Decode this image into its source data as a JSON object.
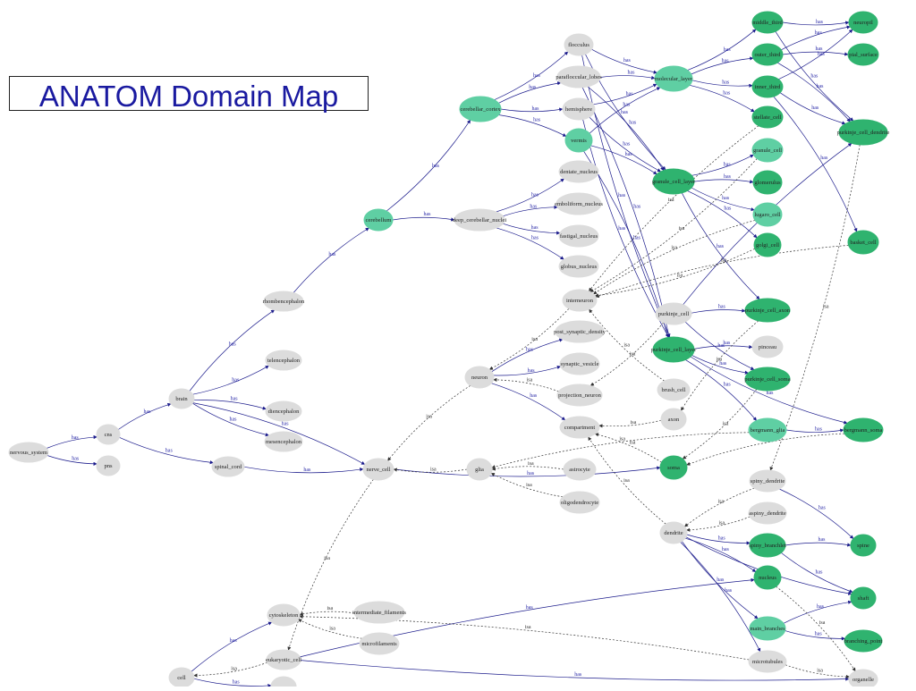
{
  "title": "ANATOM Domain Map",
  "colors": {
    "gray": "#dcdcdc",
    "light": "#5fcfa3",
    "dark": "#2fb36f",
    "has_edge": "#1c1c8c",
    "isa_edge": "#333333"
  },
  "nodes": [
    {
      "id": "nervous_system",
      "label": "nervous_system",
      "style": "gray"
    },
    {
      "id": "cns",
      "label": "cns",
      "style": "gray"
    },
    {
      "id": "pns",
      "label": "pns",
      "style": "gray"
    },
    {
      "id": "brain",
      "label": "brain",
      "style": "gray"
    },
    {
      "id": "spinal_cord",
      "label": "spinal_cord",
      "style": "gray"
    },
    {
      "id": "rhombencephalon",
      "label": "rhombencephalon",
      "style": "gray"
    },
    {
      "id": "telencephalon",
      "label": "telencephalon",
      "style": "gray"
    },
    {
      "id": "diencephalon",
      "label": "diencephalon",
      "style": "gray"
    },
    {
      "id": "mesencephalon",
      "label": "mesencephalon",
      "style": "gray"
    },
    {
      "id": "cerebellum",
      "label": "cerebellum",
      "style": "light"
    },
    {
      "id": "cerebellar_cortex",
      "label": "cerebellar_cortex",
      "style": "light"
    },
    {
      "id": "deep_cerebellar_nuclei",
      "label": "deep_cerebellar_nuclei",
      "style": "gray"
    },
    {
      "id": "flocculus",
      "label": "flocculus",
      "style": "gray"
    },
    {
      "id": "parafloccular_lobes",
      "label": "parafloccular_lobes",
      "style": "gray"
    },
    {
      "id": "hemisphere",
      "label": "hemisphere",
      "style": "gray"
    },
    {
      "id": "vermis",
      "label": "vermis",
      "style": "light"
    },
    {
      "id": "dentate_nucleus",
      "label": "dentate_nucleus",
      "style": "gray"
    },
    {
      "id": "emboliform_nucleus",
      "label": "emboliform_nucleus",
      "style": "gray"
    },
    {
      "id": "fastigal_nucleus",
      "label": "fastigal_nucleus",
      "style": "gray"
    },
    {
      "id": "globus_nucleus",
      "label": "globus_nucleus",
      "style": "gray"
    },
    {
      "id": "molecular_layer",
      "label": "molecular_layer",
      "style": "light"
    },
    {
      "id": "granule_cell_layer",
      "label": "granule_cell_layer",
      "style": "dark"
    },
    {
      "id": "purkinje_cell_layer",
      "label": "purkinje_cell_layer",
      "style": "dark"
    },
    {
      "id": "middle_third",
      "label": "middle_third",
      "style": "dark"
    },
    {
      "id": "outer_third",
      "label": "outer_third",
      "style": "dark"
    },
    {
      "id": "inner_third",
      "label": "inner_third",
      "style": "dark"
    },
    {
      "id": "stellate_cell",
      "label": "stellate_cell",
      "style": "dark"
    },
    {
      "id": "neuropil",
      "label": "neuropil",
      "style": "dark"
    },
    {
      "id": "pial_surface",
      "label": "pial_surface",
      "style": "dark"
    },
    {
      "id": "purkinje_cell_dendrite",
      "label": "purkinje_cell_dendrite",
      "style": "dark"
    },
    {
      "id": "granule_cell",
      "label": "granule_cell",
      "style": "light"
    },
    {
      "id": "glomerulus",
      "label": "glomerulus",
      "style": "dark"
    },
    {
      "id": "lugaro_cell",
      "label": "lugaro_cell",
      "style": "light"
    },
    {
      "id": "golgi_cell",
      "label": "golgi_cell",
      "style": "dark"
    },
    {
      "id": "basket_cell",
      "label": "basket_cell",
      "style": "dark"
    },
    {
      "id": "interneuron",
      "label": "interneuron",
      "style": "gray"
    },
    {
      "id": "purkinje_cell",
      "label": "purkinje_cell",
      "style": "gray"
    },
    {
      "id": "purkinje_cell_axon",
      "label": "purkinje_cell_axon",
      "style": "dark"
    },
    {
      "id": "pinceau",
      "label": "pinceau",
      "style": "gray"
    },
    {
      "id": "purkinje_cell_soma",
      "label": "purkinje_cell_soma",
      "style": "dark"
    },
    {
      "id": "bergmann_glia",
      "label": "bergmann_glia",
      "style": "light"
    },
    {
      "id": "bergmann_soma",
      "label": "bergmann_soma",
      "style": "dark"
    },
    {
      "id": "brush_cell",
      "label": "brush_cell",
      "style": "gray"
    },
    {
      "id": "axon",
      "label": "axon",
      "style": "gray"
    },
    {
      "id": "soma",
      "label": "soma",
      "style": "dark"
    },
    {
      "id": "neuron",
      "label": "neuron",
      "style": "gray"
    },
    {
      "id": "post_synaptic_density",
      "label": "post_synaptic_density",
      "style": "gray"
    },
    {
      "id": "synaptic_vesicle",
      "label": "synaptic_vesicle",
      "style": "gray"
    },
    {
      "id": "projection_neuron",
      "label": "projection_neuron",
      "style": "gray"
    },
    {
      "id": "compartment",
      "label": "compartment",
      "style": "gray"
    },
    {
      "id": "nerve_cell",
      "label": "nerve_cell",
      "style": "gray"
    },
    {
      "id": "glia",
      "label": "glia",
      "style": "gray"
    },
    {
      "id": "astrocyte",
      "label": "astrocyte",
      "style": "gray"
    },
    {
      "id": "oligodendrocyte",
      "label": "oligodendrocyte",
      "style": "gray"
    },
    {
      "id": "spiny_dendrite",
      "label": "spiny_dendrite",
      "style": "gray"
    },
    {
      "id": "aspiny_dendrite",
      "label": "aspiny_dendrite",
      "style": "gray"
    },
    {
      "id": "dendrite",
      "label": "dendrite",
      "style": "gray"
    },
    {
      "id": "spiny_branchlet",
      "label": "spiny_branchlet",
      "style": "dark"
    },
    {
      "id": "spine",
      "label": "spine",
      "style": "dark"
    },
    {
      "id": "nucleus",
      "label": "nucleus",
      "style": "dark"
    },
    {
      "id": "shaft",
      "label": "shaft",
      "style": "dark"
    },
    {
      "id": "main_branches",
      "label": "main_branches",
      "style": "light"
    },
    {
      "id": "branching_point",
      "label": "branching_point",
      "style": "dark"
    },
    {
      "id": "microtubules",
      "label": "microtubules",
      "style": "gray"
    },
    {
      "id": "organelle",
      "label": "organelle",
      "style": "gray"
    },
    {
      "id": "cytoskeleton",
      "label": "cytoskeleton",
      "style": "gray"
    },
    {
      "id": "intermediate_filaments",
      "label": "intermediate_filaments",
      "style": "gray"
    },
    {
      "id": "microfilaments",
      "label": "microfilaments",
      "style": "gray"
    },
    {
      "id": "eukaryotic_cell",
      "label": "eukaryotic_cell",
      "style": "gray"
    },
    {
      "id": "cell",
      "label": "cell",
      "style": "gray"
    },
    {
      "id": "cell_child",
      "label": "",
      "style": "gray"
    }
  ],
  "edges": [
    {
      "from": "nervous_system",
      "to": "cns",
      "label": "has",
      "type": "has"
    },
    {
      "from": "nervous_system",
      "to": "pns",
      "label": "has",
      "type": "has"
    },
    {
      "from": "cns",
      "to": "brain",
      "label": "has",
      "type": "has"
    },
    {
      "from": "cns",
      "to": "spinal_cord",
      "label": "has",
      "type": "has"
    },
    {
      "from": "brain",
      "to": "rhombencephalon",
      "label": "has",
      "type": "has"
    },
    {
      "from": "brain",
      "to": "telencephalon",
      "label": "has",
      "type": "has"
    },
    {
      "from": "brain",
      "to": "diencephalon",
      "label": "has",
      "type": "has"
    },
    {
      "from": "brain",
      "to": "mesencephalon",
      "label": "has",
      "type": "has"
    },
    {
      "from": "brain",
      "to": "nerve_cell",
      "label": "has",
      "type": "has"
    },
    {
      "from": "spinal_cord",
      "to": "nerve_cell",
      "label": "has",
      "type": "has"
    },
    {
      "from": "rhombencephalon",
      "to": "cerebellum",
      "label": "has",
      "type": "has"
    },
    {
      "from": "cerebellum",
      "to": "cerebellar_cortex",
      "label": "has",
      "type": "has"
    },
    {
      "from": "cerebellum",
      "to": "deep_cerebellar_nuclei",
      "label": "has",
      "type": "has"
    },
    {
      "from": "cerebellar_cortex",
      "to": "flocculus",
      "label": "has",
      "type": "has"
    },
    {
      "from": "cerebellar_cortex",
      "to": "parafloccular_lobes",
      "label": "has",
      "type": "has"
    },
    {
      "from": "cerebellar_cortex",
      "to": "hemisphere",
      "label": "has",
      "type": "has"
    },
    {
      "from": "cerebellar_cortex",
      "to": "vermis",
      "label": "has",
      "type": "has"
    },
    {
      "from": "deep_cerebellar_nuclei",
      "to": "dentate_nucleus",
      "label": "has",
      "type": "has"
    },
    {
      "from": "deep_cerebellar_nuclei",
      "to": "emboliform_nucleus",
      "label": "has",
      "type": "has"
    },
    {
      "from": "deep_cerebellar_nuclei",
      "to": "fastigal_nucleus",
      "label": "has",
      "type": "has"
    },
    {
      "from": "deep_cerebellar_nuclei",
      "to": "globus_nucleus",
      "label": "has",
      "type": "has"
    },
    {
      "from": "flocculus",
      "to": "molecular_layer",
      "label": "has",
      "type": "has"
    },
    {
      "from": "parafloccular_lobes",
      "to": "molecular_layer",
      "label": "has",
      "type": "has"
    },
    {
      "from": "hemisphere",
      "to": "molecular_layer",
      "label": "has",
      "type": "has"
    },
    {
      "from": "vermis",
      "to": "molecular_layer",
      "label": "has",
      "type": "has"
    },
    {
      "from": "flocculus",
      "to": "granule_cell_layer",
      "label": "has",
      "type": "has"
    },
    {
      "from": "parafloccular_lobes",
      "to": "granule_cell_layer",
      "label": "has",
      "type": "has"
    },
    {
      "from": "hemisphere",
      "to": "granule_cell_layer",
      "label": "has",
      "type": "has"
    },
    {
      "from": "vermis",
      "to": "granule_cell_layer",
      "label": "has",
      "type": "has"
    },
    {
      "from": "flocculus",
      "to": "purkinje_cell_layer",
      "label": "has",
      "type": "has"
    },
    {
      "from": "parafloccular_lobes",
      "to": "purkinje_cell_layer",
      "label": "has",
      "type": "has"
    },
    {
      "from": "hemisphere",
      "to": "purkinje_cell_layer",
      "label": "has",
      "type": "has"
    },
    {
      "from": "vermis",
      "to": "purkinje_cell_layer",
      "label": "has",
      "type": "has"
    },
    {
      "from": "molecular_layer",
      "to": "middle_third",
      "label": "has",
      "type": "has"
    },
    {
      "from": "molecular_layer",
      "to": "outer_third",
      "label": "has",
      "type": "has"
    },
    {
      "from": "molecular_layer",
      "to": "inner_third",
      "label": "has",
      "type": "has"
    },
    {
      "from": "molecular_layer",
      "to": "stellate_cell",
      "label": "has",
      "type": "has"
    },
    {
      "from": "middle_third",
      "to": "neuropil",
      "label": "has",
      "type": "has"
    },
    {
      "from": "outer_third",
      "to": "neuropil",
      "label": "has",
      "type": "has"
    },
    {
      "from": "inner_third",
      "to": "neuropil",
      "label": "has",
      "type": "has"
    },
    {
      "from": "outer_third",
      "to": "pial_surface",
      "label": "has",
      "type": "has"
    },
    {
      "from": "middle_third",
      "to": "purkinje_cell_dendrite",
      "label": "has",
      "type": "has"
    },
    {
      "from": "outer_third",
      "to": "purkinje_cell_dendrite",
      "label": "has",
      "type": "has"
    },
    {
      "from": "inner_third",
      "to": "purkinje_cell_dendrite",
      "label": "has",
      "type": "has"
    },
    {
      "from": "inner_third",
      "to": "basket_cell",
      "label": "has",
      "type": "has"
    },
    {
      "from": "granule_cell_layer",
      "to": "granule_cell",
      "label": "has",
      "type": "has"
    },
    {
      "from": "granule_cell_layer",
      "to": "glomerulus",
      "label": "has",
      "type": "has"
    },
    {
      "from": "granule_cell_layer",
      "to": "lugaro_cell",
      "label": "has",
      "type": "has"
    },
    {
      "from": "granule_cell_layer",
      "to": "golgi_cell",
      "label": "has",
      "type": "has"
    },
    {
      "from": "granule_cell_layer",
      "to": "purkinje_cell_axon",
      "label": "has",
      "type": "has"
    },
    {
      "from": "purkinje_cell_layer",
      "to": "pinceau",
      "label": "has",
      "type": "has"
    },
    {
      "from": "purkinje_cell_layer",
      "to": "purkinje_cell_soma",
      "label": "has",
      "type": "has"
    },
    {
      "from": "purkinje_cell_layer",
      "to": "bergmann_glia",
      "label": "has",
      "type": "has"
    },
    {
      "from": "purkinje_cell_layer",
      "to": "bergmann_soma",
      "label": "has",
      "type": "has"
    },
    {
      "from": "purkinje_cell",
      "to": "purkinje_cell_axon",
      "label": "has",
      "type": "has"
    },
    {
      "from": "purkinje_cell",
      "to": "purkinje_cell_soma",
      "label": "has",
      "type": "has"
    },
    {
      "from": "purkinje_cell",
      "to": "purkinje_cell_dendrite",
      "label": "has",
      "type": "has"
    },
    {
      "from": "bergmann_glia",
      "to": "bergmann_soma",
      "label": "has",
      "type": "has"
    },
    {
      "from": "neuron",
      "to": "post_synaptic_density",
      "label": "has",
      "type": "has"
    },
    {
      "from": "neuron",
      "to": "synaptic_vesicle",
      "label": "has",
      "type": "has"
    },
    {
      "from": "neuron",
      "to": "compartment",
      "label": "has",
      "type": "has"
    },
    {
      "from": "nerve_cell",
      "to": "soma",
      "label": "has",
      "type": "has"
    },
    {
      "from": "spiny_dendrite",
      "to": "spine",
      "label": "has",
      "type": "has"
    },
    {
      "from": "dendrite",
      "to": "spiny_branchlet",
      "label": "has",
      "type": "has"
    },
    {
      "from": "dendrite",
      "to": "nucleus",
      "label": "has",
      "type": "has"
    },
    {
      "from": "dendrite",
      "to": "main_branches",
      "label": "has",
      "type": "has"
    },
    {
      "from": "dendrite",
      "to": "microtubules",
      "label": "has",
      "type": "has"
    },
    {
      "from": "dendrite",
      "to": "shaft",
      "label": "has",
      "type": "has"
    },
    {
      "from": "spiny_branchlet",
      "to": "spine",
      "label": "has",
      "type": "has"
    },
    {
      "from": "spiny_branchlet",
      "to": "shaft",
      "label": "has",
      "type": "has"
    },
    {
      "from": "main_branches",
      "to": "shaft",
      "label": "has",
      "type": "has"
    },
    {
      "from": "main_branches",
      "to": "branching_point",
      "label": "has",
      "type": "has"
    },
    {
      "from": "eukaryotic_cell",
      "to": "nucleus",
      "label": "has",
      "type": "has"
    },
    {
      "from": "eukaryotic_cell",
      "to": "organelle",
      "label": "has",
      "type": "has"
    },
    {
      "from": "cell",
      "to": "cytoskeleton",
      "label": "has",
      "type": "has"
    },
    {
      "from": "cell",
      "to": "cell_child",
      "label": "has",
      "type": "has"
    },
    {
      "from": "interneuron",
      "to": "neuron",
      "label": "isa",
      "type": "isa"
    },
    {
      "from": "stellate_cell",
      "to": "interneuron",
      "label": "isa",
      "type": "isa"
    },
    {
      "from": "granule_cell",
      "to": "interneuron",
      "label": "isa",
      "type": "isa"
    },
    {
      "from": "lugaro_cell",
      "to": "interneuron",
      "label": "isa",
      "type": "isa"
    },
    {
      "from": "golgi_cell",
      "to": "interneuron",
      "label": "isa",
      "type": "isa"
    },
    {
      "from": "basket_cell",
      "to": "interneuron",
      "label": "isa",
      "type": "isa"
    },
    {
      "from": "brush_cell",
      "to": "interneuron",
      "label": "isa",
      "type": "isa"
    },
    {
      "from": "projection_neuron",
      "to": "neuron",
      "label": "isa",
      "type": "isa"
    },
    {
      "from": "purkinje_cell",
      "to": "projection_neuron",
      "label": "isa",
      "type": "isa"
    },
    {
      "from": "neuron",
      "to": "nerve_cell",
      "label": "isa",
      "type": "isa"
    },
    {
      "from": "glia",
      "to": "nerve_cell",
      "label": "isa",
      "type": "isa"
    },
    {
      "from": "astrocyte",
      "to": "glia",
      "label": "isa",
      "type": "isa"
    },
    {
      "from": "oligodendrocyte",
      "to": "glia",
      "label": "isa",
      "type": "isa"
    },
    {
      "from": "bergmann_glia",
      "to": "glia",
      "label": "isa",
      "type": "isa"
    },
    {
      "from": "axon",
      "to": "compartment",
      "label": "isa",
      "type": "isa"
    },
    {
      "from": "soma",
      "to": "compartment",
      "label": "isa",
      "type": "isa"
    },
    {
      "from": "dendrite",
      "to": "compartment",
      "label": "isa",
      "type": "isa"
    },
    {
      "from": "purkinje_cell_axon",
      "to": "axon",
      "label": "isa",
      "type": "isa"
    },
    {
      "from": "purkinje_cell_soma",
      "to": "soma",
      "label": "isa",
      "type": "isa"
    },
    {
      "from": "bergmann_soma",
      "to": "soma",
      "label": "isa",
      "type": "isa"
    },
    {
      "from": "purkinje_cell_dendrite",
      "to": "spiny_dendrite",
      "label": "isa",
      "type": "isa"
    },
    {
      "from": "spiny_dendrite",
      "to": "dendrite",
      "label": "isa",
      "type": "isa"
    },
    {
      "from": "aspiny_dendrite",
      "to": "dendrite",
      "label": "isa",
      "type": "isa"
    },
    {
      "from": "intermediate_filaments",
      "to": "cytoskeleton",
      "label": "isa",
      "type": "isa"
    },
    {
      "from": "microfilaments",
      "to": "cytoskeleton",
      "label": "isa",
      "type": "isa"
    },
    {
      "from": "microtubules",
      "to": "cytoskeleton",
      "label": "isa",
      "type": "isa"
    },
    {
      "from": "eukaryotic_cell",
      "to": "cell",
      "label": "isa",
      "type": "isa"
    },
    {
      "from": "nerve_cell",
      "to": "eukaryotic_cell",
      "label": "isa",
      "type": "isa"
    },
    {
      "from": "nucleus",
      "to": "organelle",
      "label": "isa",
      "type": "isa"
    },
    {
      "from": "microtubules",
      "to": "organelle",
      "label": "isa",
      "type": "isa"
    }
  ]
}
